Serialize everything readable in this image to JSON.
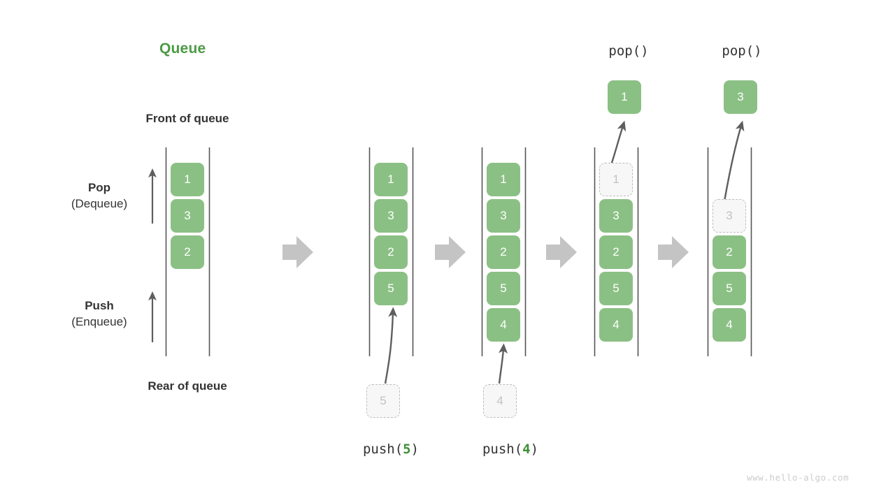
{
  "title": "Queue",
  "accent_color": "#4c9a45",
  "box_fill_color": "#8bc085",
  "ghost_fill_color": "#f7f7f7",
  "arrow_color": "#c4c4c4",
  "labels": {
    "front_of_queue": "Front of queue",
    "rear_of_queue": "Rear of queue",
    "pop_name": "Pop",
    "pop_sub": "(Dequeue)",
    "push_name": "Push",
    "push_sub": "(Enqueue)"
  },
  "watermark": "www.hello-algo.com",
  "chart_data": {
    "type": "diagram",
    "title": "Queue",
    "description": "Queue push (enqueue) and pop (dequeue) operations shown as five successive states",
    "orientation": "front-at-top, rear-at-bottom",
    "stages": [
      {
        "id": "initial",
        "caption": "",
        "caption_prefix": "",
        "caption_arg": "",
        "caption_suffix": "",
        "items": [
          "1",
          "3",
          "2"
        ],
        "ghost_item": null,
        "ghost_position": null,
        "emitted_item": null
      },
      {
        "id": "push-5",
        "caption": "push(5)",
        "caption_prefix": "push(",
        "caption_arg": "5",
        "caption_suffix": ")",
        "items": [
          "1",
          "3",
          "2",
          "5"
        ],
        "ghost_item": "5",
        "ghost_position": "below-rear",
        "emitted_item": null
      },
      {
        "id": "push-4",
        "caption": "push(4)",
        "caption_prefix": "push(",
        "caption_arg": "4",
        "caption_suffix": ")",
        "items": [
          "1",
          "3",
          "2",
          "5",
          "4"
        ],
        "ghost_item": "4",
        "ghost_position": "below-rear",
        "emitted_item": null
      },
      {
        "id": "pop-1",
        "caption": "pop()",
        "caption_prefix": "pop()",
        "caption_arg": "",
        "caption_suffix": "",
        "items": [
          "3",
          "2",
          "5",
          "4"
        ],
        "ghost_item": "1",
        "ghost_position": "front-slot-0",
        "emitted_item": "1"
      },
      {
        "id": "pop-3",
        "caption": "pop()",
        "caption_prefix": "pop()",
        "caption_arg": "",
        "caption_suffix": "",
        "items": [
          "2",
          "5",
          "4"
        ],
        "ghost_item": "3",
        "ghost_position": "front-slot-1",
        "emitted_item": "3"
      }
    ]
  },
  "stage1": {
    "boxes": [
      "1",
      "3",
      "2"
    ]
  },
  "stage2": {
    "caption_prefix": "push(",
    "caption_arg": "5",
    "caption_suffix": ")",
    "boxes": [
      "1",
      "3",
      "2",
      "5"
    ],
    "incoming": "5"
  },
  "stage3": {
    "caption_prefix": "push(",
    "caption_arg": "4",
    "caption_suffix": ")",
    "boxes": [
      "1",
      "3",
      "2",
      "5",
      "4"
    ],
    "incoming": "4"
  },
  "stage4": {
    "caption": "pop()",
    "popped": "1",
    "ghost": "1",
    "boxes": [
      "3",
      "2",
      "5",
      "4"
    ]
  },
  "stage5": {
    "caption": "pop()",
    "popped": "3",
    "ghost": "3",
    "boxes": [
      "2",
      "5",
      "4"
    ]
  }
}
